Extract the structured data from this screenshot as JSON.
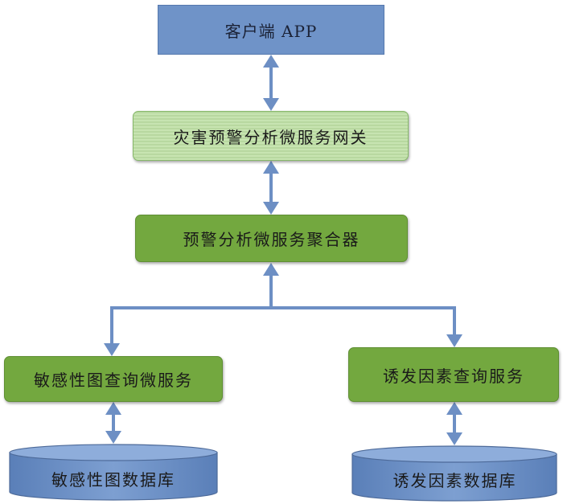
{
  "nodes": {
    "client_app": "客户端 APP",
    "gateway": "灾害预警分析微服务网关",
    "aggregator": "预警分析微服务聚合器",
    "sensitivity_service": "敏感性图查询微服务",
    "trigger_service": "诱发因素查询服务",
    "sensitivity_db": "敏感性图数据库",
    "trigger_db": "诱发因素数据库"
  },
  "colors": {
    "client_fill": "#6f93c8",
    "gateway_fill": "#bfe0a6",
    "service_fill": "#73a83f",
    "database_fill": "#6f93c8",
    "arrow": "#6d8fc4"
  }
}
